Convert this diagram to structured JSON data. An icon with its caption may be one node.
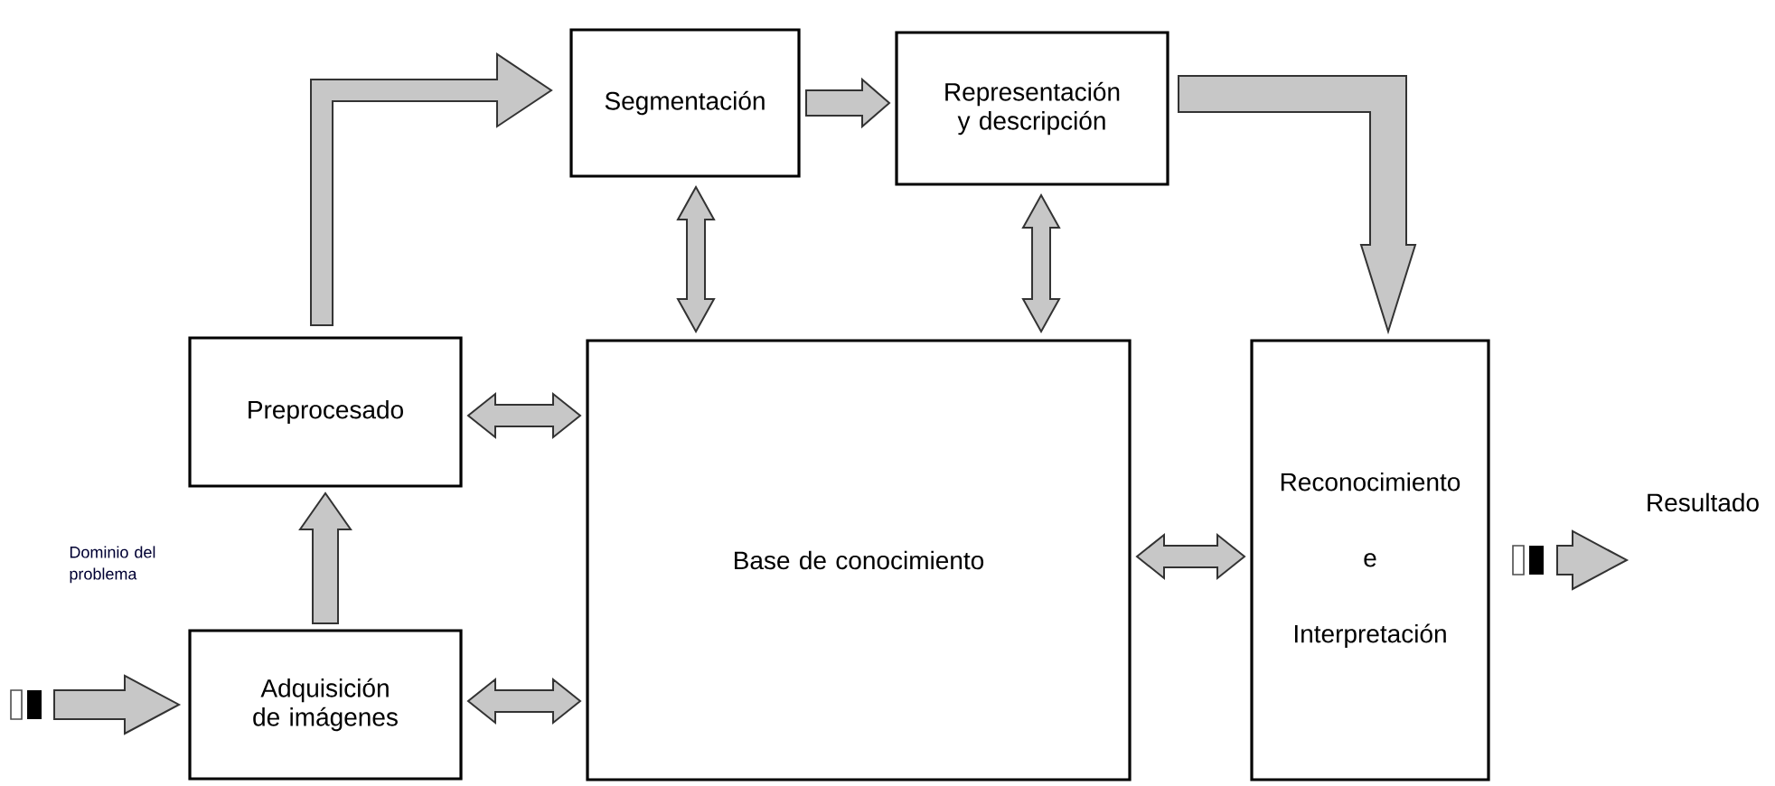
{
  "diagram": {
    "nodes": [
      {
        "text": [
          "Segmentación"
        ]
      },
      {
        "text": [
          "Representación y descripción"
        ]
      },
      {
        "text": [
          "Preprocesado"
        ]
      },
      {
        "text": [
          "Base de conocimiento"
        ]
      },
      {
        "text": [
          "Reconocimiento",
          "e",
          "Interpretación"
        ]
      },
      {
        "text": [
          "Adquisición de imágenes"
        ]
      },
      {
        "text": [
          "Resultado"
        ]
      }
    ],
    "edges": [
      {
        "from": 2,
        "to": 0,
        "arrow": "to"
      },
      {
        "from": 0,
        "to": 1,
        "arrow": "to"
      },
      {
        "from": 1,
        "to": 4,
        "arrow": "to"
      },
      {
        "from": 0,
        "to": 3,
        "arrow": "both"
      },
      {
        "from": 1,
        "to": 3,
        "arrow": "both"
      },
      {
        "from": 2,
        "to": 3,
        "arrow": "both"
      },
      {
        "from": 5,
        "to": 3,
        "arrow": "both"
      },
      {
        "from": 3,
        "to": 4,
        "arrow": "both"
      },
      {
        "from": 5,
        "to": 2,
        "arrow": "to"
      },
      {
        "from": null,
        "to": 5,
        "arrow": "to"
      },
      {
        "from": 4,
        "to": 6,
        "arrow": "to"
      }
    ],
    "labels": [
      "Dominio del problema"
    ]
  }
}
